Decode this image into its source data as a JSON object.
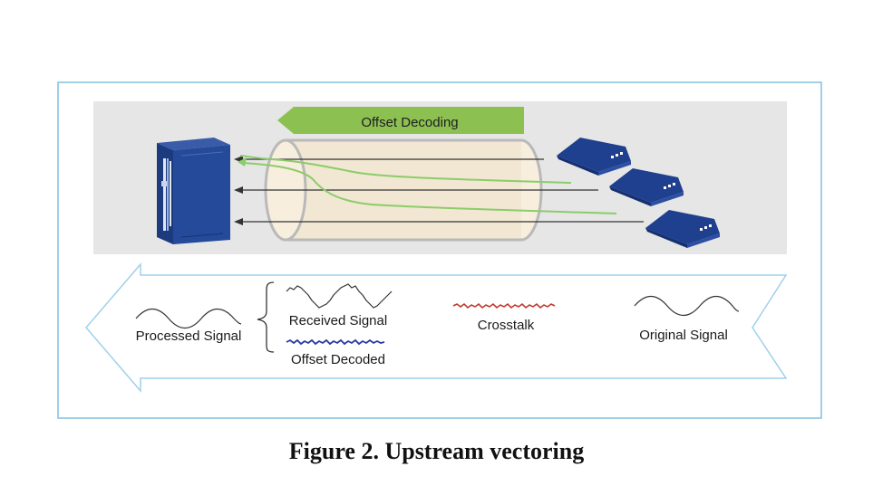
{
  "banner": {
    "label": "Offset  Decoding"
  },
  "signals": {
    "processed": "Processed Signal",
    "received": "Received  Signal",
    "offset_decoded": "Offset  Decoded",
    "crosstalk": "Crosstalk",
    "original": "Original  Signal"
  },
  "caption": "Figure 2. Upstream vectoring",
  "colors": {
    "frame_border": "#7fc1e0",
    "panel_bg": "#e6e6e6",
    "banner_green": "#8cc152",
    "device_blue": "#1f3f8f",
    "crosstalk_red": "#c0392b",
    "offset_blue": "#2b3aa0",
    "crosstalk_line_green": "#8ccc6a"
  },
  "icons": [
    "cabinet-icon",
    "modem-icon"
  ]
}
